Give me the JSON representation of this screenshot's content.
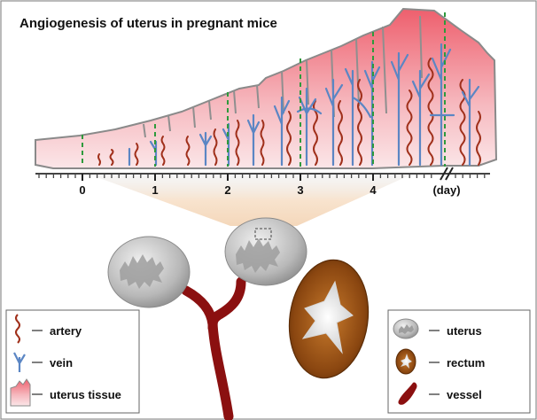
{
  "title": "Angiogenesis of uterus in pregnant mice",
  "timeline": {
    "ticks": [
      "0",
      "1",
      "2",
      "3",
      "4"
    ],
    "unit_label": "(day)"
  },
  "legend_left": {
    "items": [
      {
        "icon": "artery-icon",
        "label": "artery"
      },
      {
        "icon": "vein-icon",
        "label": "vein"
      },
      {
        "icon": "uterus-tissue-icon",
        "label": "uterus tissue"
      }
    ]
  },
  "legend_right": {
    "items": [
      {
        "icon": "uterus-icon",
        "label": "uterus"
      },
      {
        "icon": "rectum-icon",
        "label": "rectum"
      },
      {
        "icon": "vessel-icon",
        "label": "vessel"
      }
    ]
  },
  "colors": {
    "artery": "#a0301b",
    "vein": "#5b86c4",
    "tissue_top": "#f06a76",
    "tissue_bottom": "#f8dfe2",
    "guide_line": "#2e9a3c",
    "vessel": "#8b1010",
    "rectum": "#8a4a10"
  }
}
